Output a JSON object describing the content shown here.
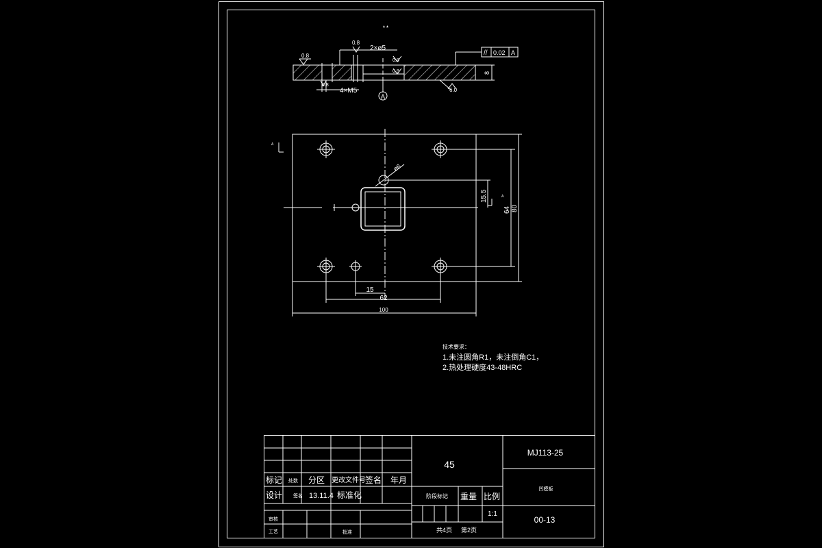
{
  "top_marker": "▲▲",
  "section_view": {
    "roughness_left": "0.8",
    "roughness_top": "0.8",
    "hole_callout_top": "2×ø5",
    "roughness_right_small": "0.8",
    "roughness_right_small_2": "0.8",
    "tolerance_symbol": "//",
    "tolerance_value": "0.02",
    "tolerance_datum": "A",
    "thickness_dim": "8",
    "roughness_bottom_left": "0.8",
    "thread_callout": "4×M5",
    "datum_label": "A",
    "roughness_bottom_right": "6.0"
  },
  "plan_view": {
    "section_marker_left": "A",
    "section_marker_right": "A",
    "dim_pin_diameter": "ø6",
    "dim_offset_vertical": "15.5",
    "dim_hole_pitch_vertical": "64",
    "dim_overall_height": "80",
    "dim_offset_horizontal": "15",
    "dim_hole_pitch_horizontal": "62",
    "dim_overall_width": "100"
  },
  "tech_notes": {
    "heading": "技术要求：",
    "line1": "1.未注圆角R1，未注倒角C1，",
    "line2": "2.热处理硬度43-48HRC"
  },
  "title_block": {
    "hdr_mark": "标记",
    "hdr_count": "处数",
    "hdr_zone": "分区",
    "hdr_doc": "更改文件号",
    "hdr_sign": "签名",
    "hdr_date": "年月",
    "design_label": "设计",
    "design_name": "签名",
    "design_date": "13.11.4",
    "standard_label": "标准化",
    "review_label": "审核",
    "process_label": "工艺",
    "approve_label": "批准",
    "material": "45",
    "stage_label": "阶段标记",
    "weight_label": "重量",
    "scale_label": "比例",
    "scale_value": "1:1",
    "sheet_total": "共4页",
    "sheet_current": "第2页",
    "drawing_number": "MJ113-25",
    "part_name": "凹模板",
    "doc_code": "00-13"
  }
}
